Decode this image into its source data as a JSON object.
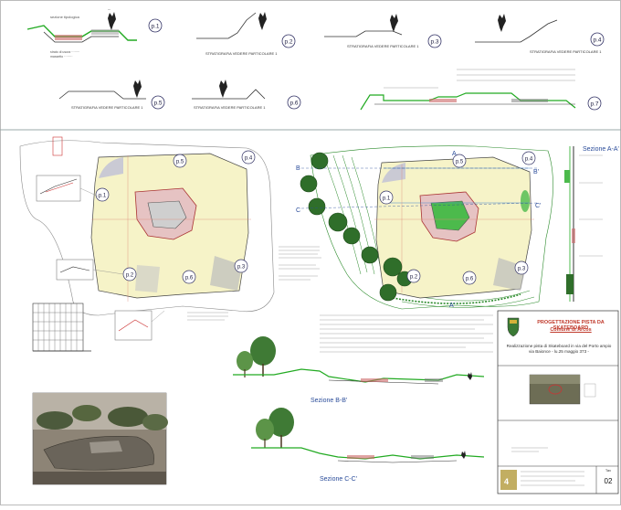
{
  "sheet": {
    "strat_label": "STRATIGRAFIA VEDERE PARTICOLARE 1",
    "details": [
      {
        "id": "p1",
        "label": "p.1"
      },
      {
        "id": "p2",
        "label": "p.2"
      },
      {
        "id": "p3",
        "label": "p.3"
      },
      {
        "id": "p4",
        "label": "p.4"
      },
      {
        "id": "p5",
        "label": "p.5"
      },
      {
        "id": "p6",
        "label": "p.6"
      },
      {
        "id": "p7",
        "label": "p.7"
      }
    ],
    "plan_markers": [
      "p.1",
      "p.2",
      "p.3",
      "p.4",
      "p.5",
      "p.6"
    ],
    "sections": {
      "aa": "Sezione A-A'",
      "bb": "Sezione B-B'",
      "cc": "Sezione C-C'"
    },
    "section_letters": {
      "a": "A",
      "a2": "A'",
      "b": "B",
      "b2": "B'",
      "c": "C",
      "c2": "C'"
    }
  },
  "title_block": {
    "project_title": "PROGETTAZIONE PISTA DA SKATEBOARD",
    "municipality": "Comune di Arcos",
    "description": "Realizzazione pista di Skateboard in via del Porto ampio via Baionce - lu.25 maggio 373 -",
    "sheet_label": "Tav",
    "sheet_number": "02",
    "colors": {
      "title": "#c0392b",
      "accent_green": "#2e8b2e",
      "plan_fill": "#f6f3c8"
    }
  }
}
